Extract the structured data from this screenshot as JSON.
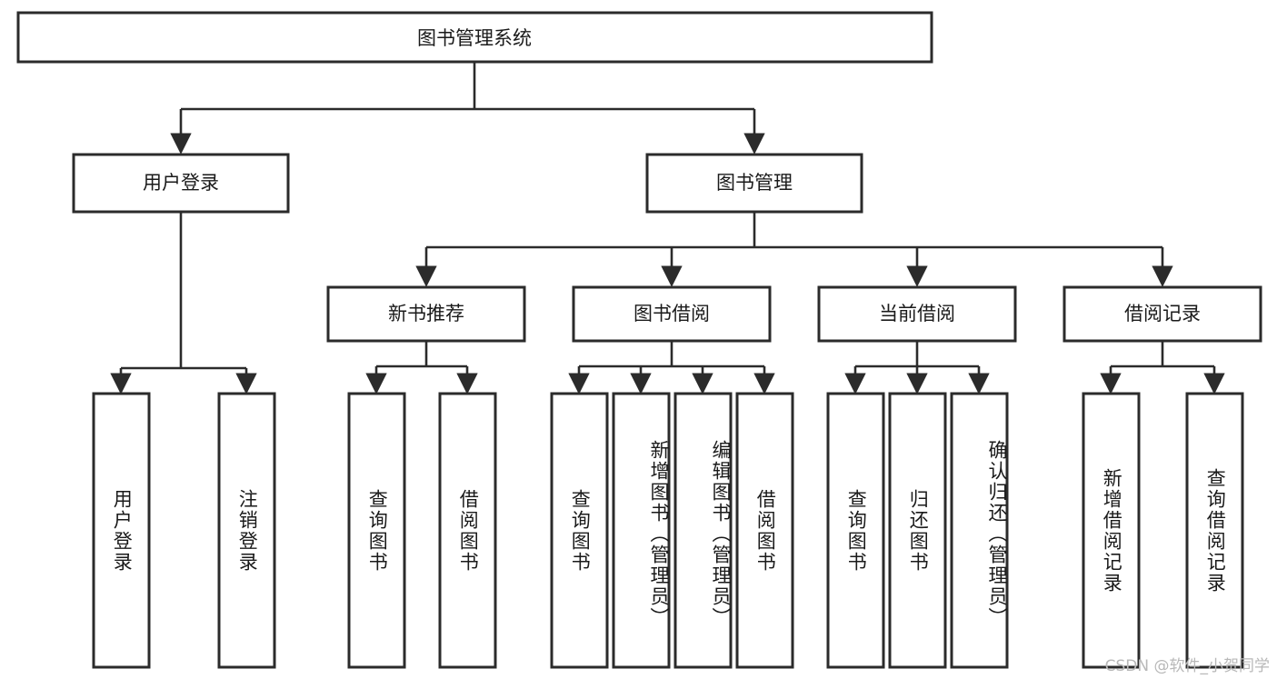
{
  "diagram": {
    "title": "图书管理系统",
    "type": "tree",
    "watermark": "CSDN @软件_小贺同学",
    "colors": {
      "box_stroke": "#2b2b2b",
      "box_fill": "#ffffff",
      "text": "#1a1a1a",
      "connector": "#2b2b2b",
      "watermark": "#b8b8b8",
      "background": "#ffffff"
    },
    "root": {
      "label": "图书管理系统"
    },
    "level2": [
      {
        "label": "用户登录"
      },
      {
        "label": "图书管理"
      }
    ],
    "level3": [
      {
        "label": "新书推荐"
      },
      {
        "label": "图书借阅"
      },
      {
        "label": "当前借阅"
      },
      {
        "label": "借阅记录"
      }
    ],
    "leaves": {
      "user_login": [
        {
          "label": "用户登录"
        },
        {
          "label": "注销登录"
        }
      ],
      "new_book_recommend": [
        {
          "label": "查询图书"
        },
        {
          "label": "借阅图书"
        }
      ],
      "book_borrow": [
        {
          "label": "查询图书"
        },
        {
          "label": "新增图书（管理员）"
        },
        {
          "label": "编辑图书（管理员）"
        },
        {
          "label": "借阅图书"
        }
      ],
      "current_borrow": [
        {
          "label": "查询图书"
        },
        {
          "label": "归还图书"
        },
        {
          "label": "确认归还（管理员）"
        }
      ],
      "borrow_record": [
        {
          "label": "新增借阅记录"
        },
        {
          "label": "查询借阅记录"
        }
      ]
    }
  }
}
